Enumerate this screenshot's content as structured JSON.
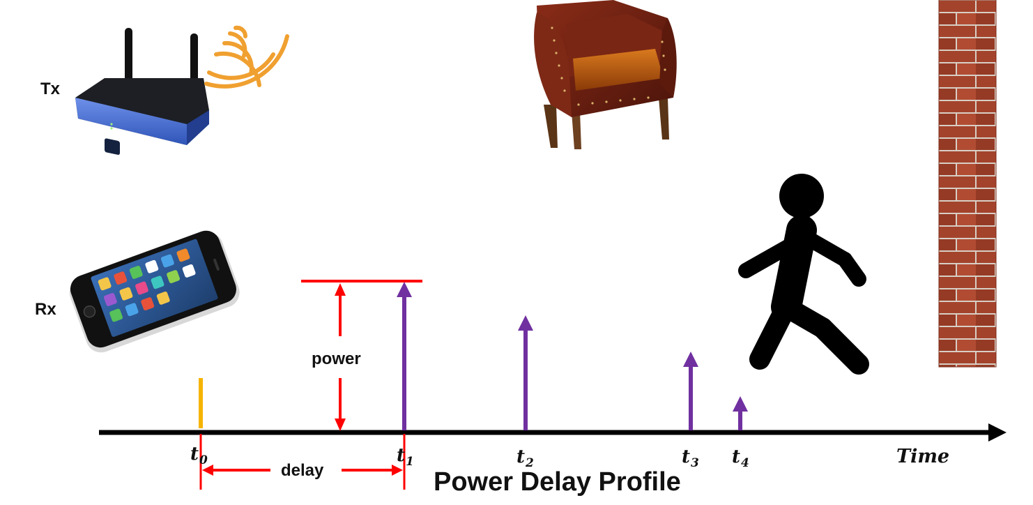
{
  "labels": {
    "tx": "Tx",
    "rx": "Rx",
    "power": "power",
    "delay": "delay",
    "time": "Time",
    "title": "Power Delay Profile"
  },
  "time_markers": [
    {
      "base": "t",
      "sub": "0"
    },
    {
      "base": "t",
      "sub": "1"
    },
    {
      "base": "t",
      "sub": "2"
    },
    {
      "base": "t",
      "sub": "3"
    },
    {
      "base": "t",
      "sub": "4"
    }
  ],
  "colors": {
    "axis": "#000000",
    "arrows": "#7030a0",
    "annotation": "#ff0000",
    "origin_marker": "#f5b400",
    "router_body": "#4a72d9",
    "signal_waves": "#f0a030",
    "brick": "#a4432c",
    "mortar": "#d8cfc5",
    "chair_leather": "#6b1f12",
    "chair_cushion": "#b4560f",
    "walker": "#000000"
  },
  "icons": {
    "transmitter": "wifi-router-icon",
    "receiver": "smartphone-icon",
    "furniture": "armchair-icon",
    "person": "walking-person-icon",
    "wall": "brick-wall-icon"
  }
}
